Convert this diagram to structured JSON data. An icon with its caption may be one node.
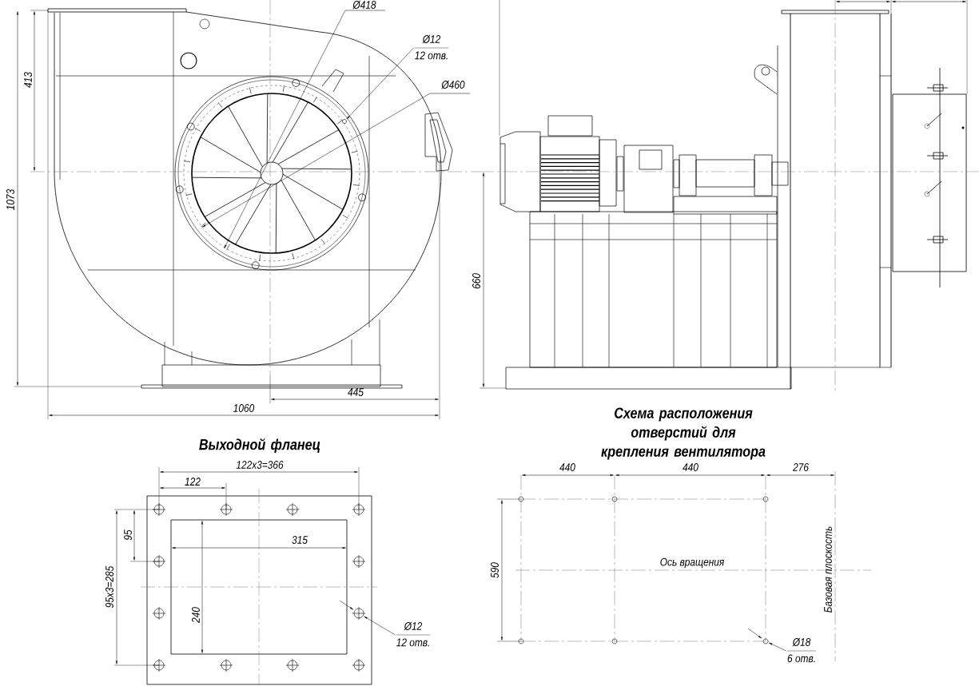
{
  "diagram": {
    "nodes": [
      {
        "text": [
          "Ø12",
          "12 отв."
        ]
      },
      {
        "text": [],
        "shape": "circle"
      },
      {
        "text": [
          "Ø12",
          "12 отв."
        ]
      },
      {
        "text": [],
        "shape": "circle"
      },
      {
        "text": [
          "Ø18",
          "6 отв."
        ]
      },
      {
        "text": [],
        "shape": "circle"
      }
    ],
    "edges": [
      {
        "from": 0,
        "to": 1,
        "arrow": "to"
      },
      {
        "from": 2,
        "to": 3,
        "arrow": "to"
      },
      {
        "from": 4,
        "to": 5,
        "arrow": "to"
      }
    ],
    "labels": [
      "Ø418",
      "Ø460",
      "413",
      "1073",
      "660",
      "445",
      "1060",
      "Схема расположения отверстий для крепления вентилятора",
      "Выходной фланец",
      "122x3=366",
      "440",
      "440",
      "276",
      "122",
      "95",
      "315",
      "590",
      "Ось вращения",
      "Базовая плоскость",
      "95x3=285",
      "240"
    ]
  }
}
